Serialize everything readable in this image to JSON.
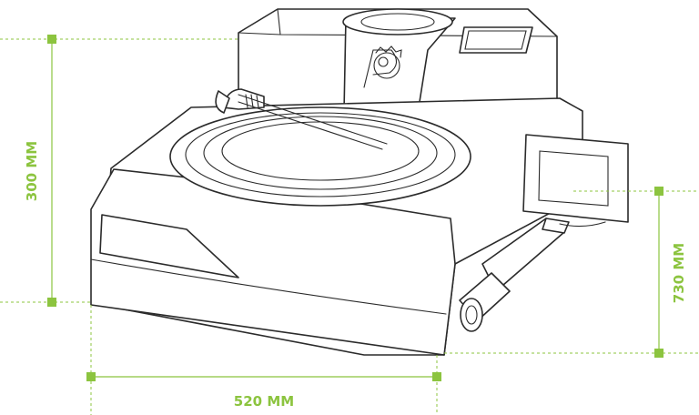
{
  "dimensions": {
    "height": {
      "label": "300 MM"
    },
    "width": {
      "label": "520 MM"
    },
    "depth": {
      "label": "730 MM"
    }
  },
  "colors": {
    "accent": "#8cc43f",
    "outline": "#2b2b2b",
    "background": "#ffffff"
  },
  "icons": {
    "logo": "gear-p-logo-icon"
  }
}
